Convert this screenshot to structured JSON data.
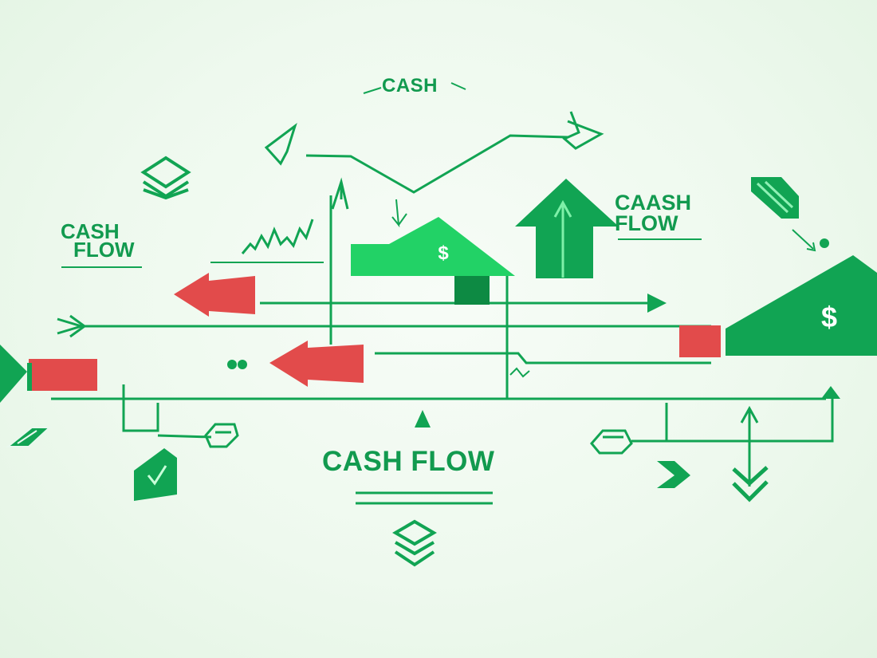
{
  "labels": {
    "top_cash": "CASH",
    "left_cash": "CASH",
    "left_flow": "FLOW",
    "right_cash": "CAASH",
    "right_flow": "FLOW",
    "center_title": "CASH FLOW"
  },
  "house_symbol": "$",
  "colors": {
    "green": "#11a453",
    "bright_green": "#22d266",
    "dark_green": "#0d8a43",
    "red": "#e24b4b",
    "background": "#eef9ee"
  }
}
